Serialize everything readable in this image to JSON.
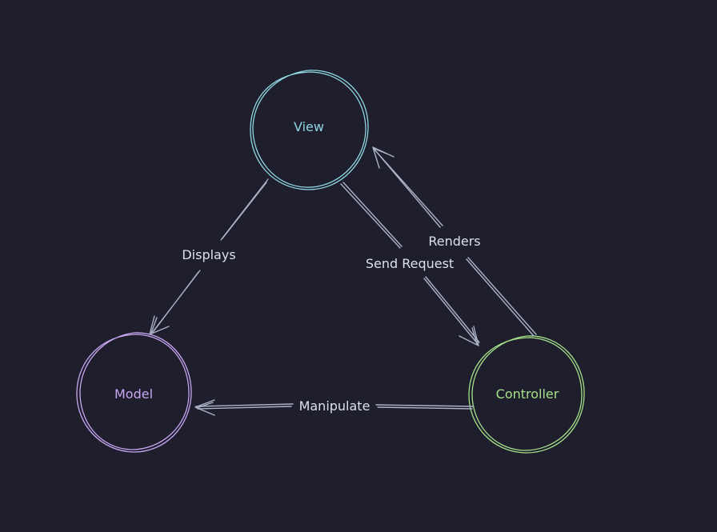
{
  "diagram": {
    "background": "#1e1e2c",
    "nodes": {
      "view": {
        "label": "View",
        "color": "#8fd6e1"
      },
      "model": {
        "label": "Model",
        "color": "#c9a6f2"
      },
      "controller": {
        "label": "Controller",
        "color": "#a6e08a"
      }
    },
    "edges": {
      "displays": {
        "label": "Displays"
      },
      "send_request": {
        "label": "Send Request"
      },
      "renders": {
        "label": "Renders"
      },
      "manipulate": {
        "label": "Manipulate"
      }
    },
    "edge_color": "#aab3c8"
  }
}
